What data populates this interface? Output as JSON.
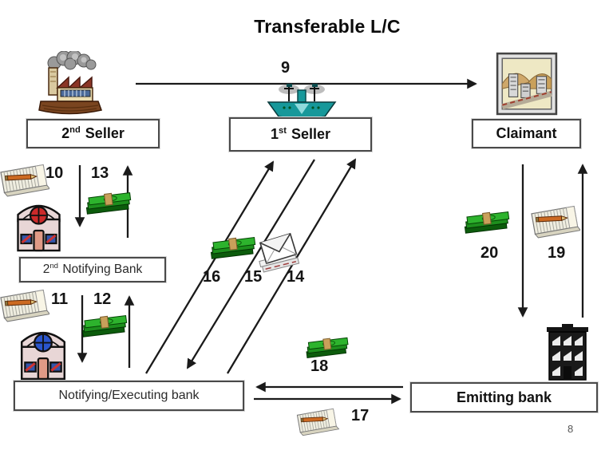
{
  "title": "Transferable L/C",
  "page_number": "8",
  "nodes": {
    "seller2": {
      "prefix": "2",
      "sup": "nd",
      "rest": " Seller"
    },
    "seller1": {
      "prefix": "1",
      "sup": "st",
      "rest": " Seller"
    },
    "claimant": {
      "label": "Claimant"
    },
    "notifying2": {
      "prefix": "2",
      "sup": "nd",
      "rest": " Notifying Bank"
    },
    "notifexec": {
      "label": "Notifying/Executing bank"
    },
    "emitting": {
      "label": "Emitting bank"
    }
  },
  "steps": {
    "s9": "9",
    "s10": "10",
    "s11": "11",
    "s12": "12",
    "s13": "13",
    "s14": "14",
    "s15": "15",
    "s16": "16",
    "s17": "17",
    "s18": "18",
    "s19": "19",
    "s20": "20"
  },
  "icons": {
    "factory": "factory-icon",
    "ship": "cargo-ship-icon",
    "claimant_picture": "city-picture-icon",
    "money": "money-stack-icon",
    "document": "document-pad-icon",
    "envelope": "mail-envelope-icon",
    "notifying_bank": "bank-building-icon",
    "emitting_bank": "office-building-icon"
  },
  "colors": {
    "arrow": "#1a1a1a",
    "money_green": "#22a022",
    "pencil_orange": "#cc6a22",
    "ship_teal": "#17989a",
    "bank_wall": "#e8d6d6",
    "window_red": "#cc2a2a",
    "window_blue": "#2a55cc",
    "box_border": "#4a4a4a"
  }
}
